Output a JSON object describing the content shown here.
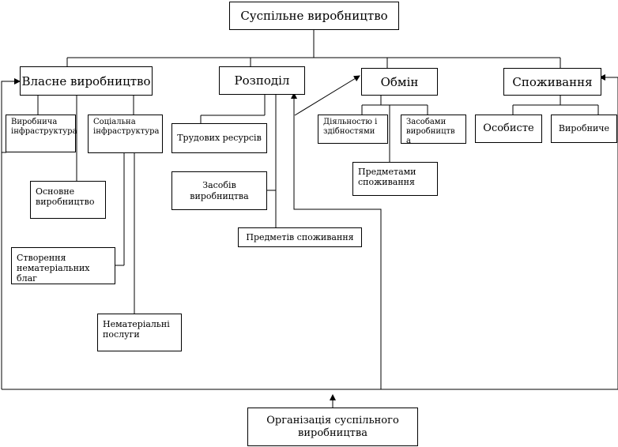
{
  "diagram": {
    "root": "Суспільне виробництво",
    "level1": {
      "vlasne": "Власне виробництво",
      "rozpodil": "Розподіл",
      "obmin": "Обмін",
      "spozhyvannia": "Споживання"
    },
    "vlasne_children": {
      "vyrobnycha_infra": "Виробнича інфраструктура",
      "sotsialna_infra": "Соціальна інфраструктура",
      "osnovne": "Основне виробництво",
      "stvorennia": "Створення нематеріальних благ",
      "nematerialni": "Нематеріальні послуги"
    },
    "rozpodil_children": {
      "trudovykh": "Трудових ресурсів",
      "zasobiv": "Засобів виробництва",
      "predmetiv": "Предметів споживання"
    },
    "obmin_children": {
      "diialnistiu": "Діяльностю і здібностями",
      "zasobamy": "Засобами виробництв а",
      "predmetamy": "Предметами споживання"
    },
    "spozhyvannia_children": {
      "osobyste": "Особисте",
      "vyrobnyche": "Виробниче"
    },
    "bottom": "Організація суспільного виробництва",
    "colors": {
      "line": "#000000",
      "box_border": "#000000",
      "background": "#ffffff"
    }
  }
}
